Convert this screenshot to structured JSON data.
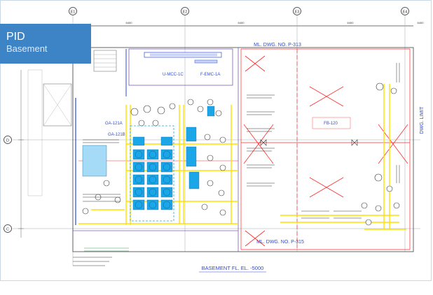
{
  "badge": {
    "title": "PID",
    "subtitle": "Basement"
  },
  "grid_markers": [
    "E1",
    "E2",
    "E3",
    "E4"
  ],
  "row_markers": [
    "D",
    "C"
  ],
  "dimensions": [
    "6400",
    "6400",
    "6400",
    "6400"
  ],
  "labels": {
    "top_ref": "ML. DWG. NO. P-313",
    "bottom_ref": "ML. DWG. NO. P-315",
    "basement": "BASEMENT FL. EL. -5000",
    "dwg_limit": "DWG. LIMIT",
    "fb": "FB-120",
    "u_mcc": "U-MCC-1C",
    "f_emc": "F-EMC-1A",
    "ga_a": "GA-121A",
    "ga_b": "GA-121B"
  },
  "colors": {
    "badge": "#3d84c6",
    "pipe": "#ffe100",
    "line_red": "#ff2a2a",
    "line_blue": "#2d4bd8",
    "equip": "#1ba6e8"
  }
}
